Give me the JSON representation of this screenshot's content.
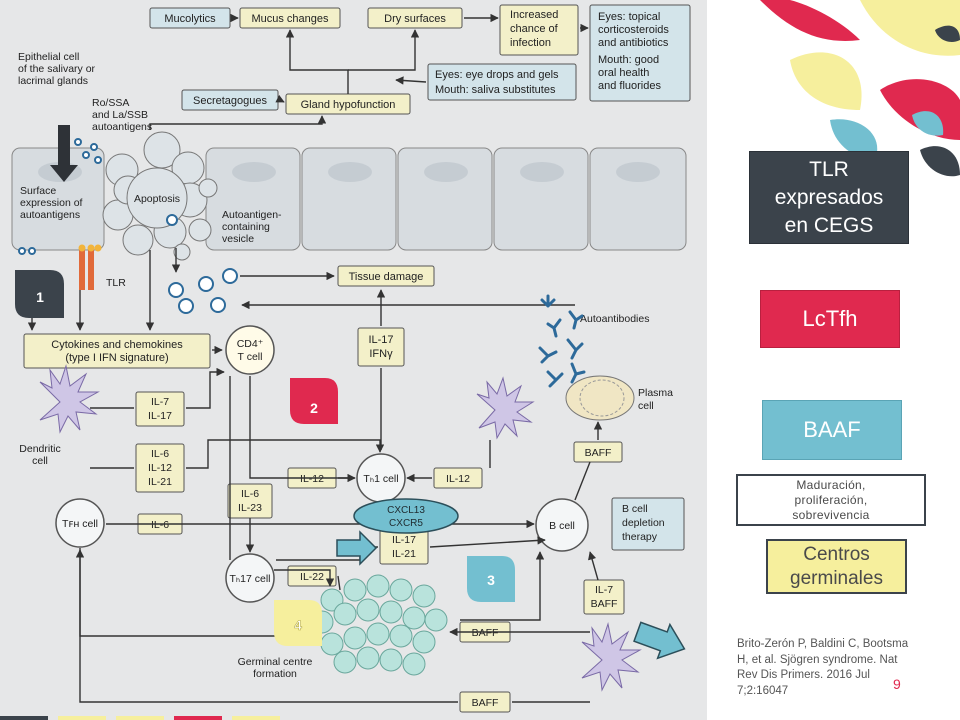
{
  "slide": {
    "page_number": "9"
  },
  "side_panels": {
    "tlr": "TLR expresados en CEGS",
    "lctfh": "LcTfh",
    "baaf": "BAAF",
    "maduracion": "Maduración, proliferación, sobrevivencia",
    "centros": "Centros germinales"
  },
  "reference": "Brito-Zerón P, Baldini C, Bootsma H, et al. Sjögren syndrome. Nat Rev Dis Primers. 2016 Jul 7;2:16047",
  "diagram": {
    "boxes": {
      "mucolytics": "Mucolytics",
      "mucus_changes": "Mucus changes",
      "dry_surfaces": "Dry surfaces",
      "infection_1": "Increased",
      "infection_2": "chance of",
      "infection_3": "infection",
      "eyes_topical_1": "Eyes: topical",
      "eyes_topical_2": "corticosteroids",
      "eyes_topical_3": "and antibiotics",
      "mouth_good_1": "Mouth: good",
      "mouth_good_2": "oral health",
      "mouth_good_3": "and fluorides",
      "eye_drops": "Eyes: eye drops and gels",
      "saliva_subs": "Mouth: saliva substitutes",
      "secretagogues": "Secretagogues",
      "gland_hypo": "Gland hypofunction",
      "tissue_damage": "Tissue damage",
      "cytokines_1": "Cytokines and chemokines",
      "cytokines_2": "(type I IFN signature)",
      "il17_ifn_1": "IL-17",
      "il17_ifn_2": "IFNγ",
      "il7_il17_1": "IL-7",
      "il7_il17_2": "IL-17",
      "il6_12_21_1": "IL-6",
      "il6_12_21_2": "IL-12",
      "il6_12_21_3": "IL-21",
      "il12_left": "IL-12",
      "il12_right": "IL-12",
      "il6_il23_1": "IL-6",
      "il6_il23_2": "IL-23",
      "il6": "IL-6",
      "il17_il21_1": "IL-17",
      "il17_il21_2": "IL-21",
      "il22": "IL-22",
      "baff_top": "BAFF",
      "bcell_dep_1": "B cell",
      "bcell_dep_2": "depletion",
      "bcell_dep_3": "therapy",
      "il7_baff_1": "IL-7",
      "il7_baff_2": "BAFF",
      "baff_mid": "BAFF",
      "baff_bottom": "BAFF"
    },
    "labels": {
      "epithelial_1": "Epithelial cell",
      "epithelial_2": "of the salivary or",
      "epithelial_3": "lacrimal glands",
      "ro_1": "Ro/SSA",
      "ro_2": "and La/SSB",
      "ro_3": "autoantigens",
      "surface_1": "Surface",
      "surface_2": "expression of",
      "surface_3": "autoantigens",
      "apoptosis": "Apoptosis",
      "vesicle_1": "Autoantigen-",
      "vesicle_2": "containing",
      "vesicle_3": "vesicle",
      "tlr": "TLR",
      "autoantibodies": "Autoantibodies",
      "cd4_1": "CD4⁺",
      "cd4_2": "T cell",
      "dendritic_1": "Dendritic",
      "dendritic_2": "cell",
      "plasma_1": "Plasma",
      "plasma_2": "cell",
      "th1": "Tₕ1 cell",
      "tfh": "Tꜰʜ cell",
      "bcell": "B cell",
      "th17": "Tₕ17 cell",
      "gc_1": "Germinal centre",
      "gc_2": "formation"
    },
    "overlay": {
      "cxcl13": "CXCL13",
      "cxcr5": "CXCR5"
    },
    "badges": {
      "b1": "1",
      "b2": "2",
      "b3": "3",
      "b4": "4"
    }
  }
}
